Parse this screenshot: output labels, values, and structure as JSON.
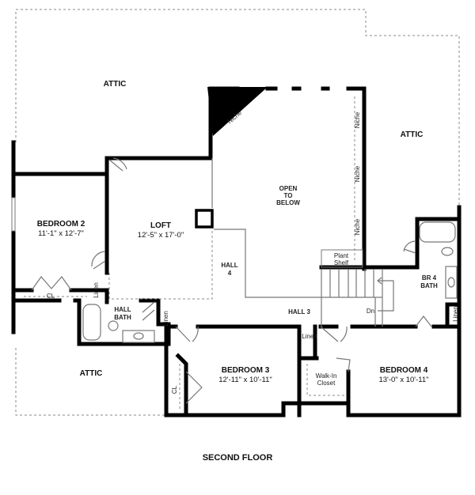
{
  "plan": {
    "title": "SECOND FLOOR",
    "rooms": {
      "attic_top": {
        "name": "ATTIC"
      },
      "attic_right": {
        "name": "ATTIC"
      },
      "attic_bottom": {
        "name": "ATTIC"
      },
      "bedroom2": {
        "name": "BEDROOM 2",
        "size": "11'-1\" x 12'-7\""
      },
      "loft": {
        "name": "LOFT",
        "size": "12'-5\" x 17'-0\""
      },
      "open_to_below": {
        "line1": "OPEN",
        "line2": "TO",
        "line3": "BELOW"
      },
      "hall4": {
        "line1": "HALL",
        "line2": "4"
      },
      "hall3": {
        "name": "HALL 3"
      },
      "hall_bath": {
        "line1": "HALL",
        "line2": "BATH"
      },
      "br4_bath": {
        "line1": "BR 4",
        "line2": "BATH"
      },
      "bedroom3": {
        "name": "BEDROOM 3",
        "size": "12'-11\" x 10'-11\""
      },
      "bedroom4": {
        "name": "BEDROOM 4",
        "size": "13'-0\" x 10'-11\""
      },
      "walk_in": {
        "line1": "Walk-In",
        "line2": "Closet"
      }
    },
    "small_labels": {
      "niche": "Niche",
      "plant_shelf_1": "Plant",
      "plant_shelf_2": "Shelf",
      "linen": "Linen",
      "cl": "CL",
      "dn": "Dn"
    }
  }
}
